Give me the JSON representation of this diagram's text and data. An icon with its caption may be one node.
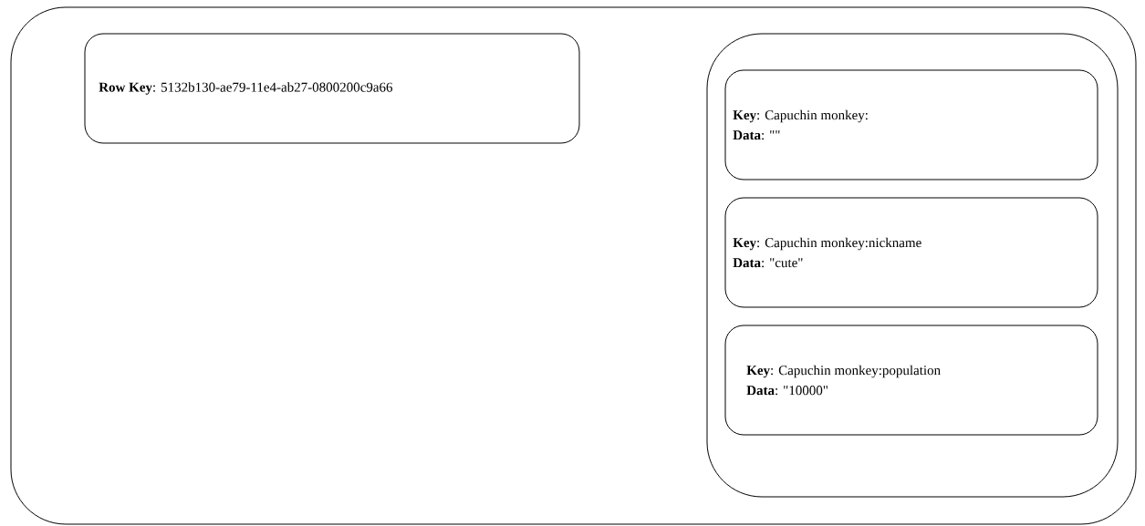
{
  "diagram": {
    "nodes": [
      {
        "text": [],
        "shape": "box"
      },
      {
        "text": [
          "**Row Key**: 5132b130-ae79-11e4-ab27-0800200c9a66"
        ],
        "in": 0
      },
      {
        "text": [],
        "shape": "box",
        "in": 0
      },
      {
        "text": [
          "**Key**: Capuchin monkey:",
          "**Data**: \"\""
        ],
        "in": 2
      },
      {
        "text": [
          "**Key**: Capuchin monkey:nickname",
          "**Data**: \"cute\""
        ],
        "in": 2
      },
      {
        "text": [
          "**Key**: Capuchin monkey:population",
          "**Data**: \"10000\""
        ],
        "in": 2
      }
    ]
  }
}
